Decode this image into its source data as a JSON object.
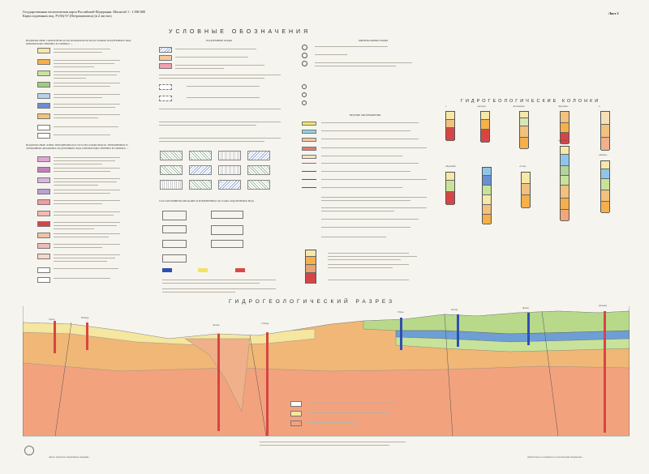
{
  "header": {
    "line1": "Государственная геологическая карта Российской Федерации. Масштаб 1 : 1 000 000",
    "line2": "Карта подземных вод. P-(56)-57 (Петропавловск) (в 2 листах)",
    "sheet": "Лист 2"
  },
  "legend": {
    "title": "УСЛОВНЫЕ ОБОЗНАЧЕНИЯ",
    "section1_title": "ВОДОНОСНЫЕ ГОРИЗОНТЫ И ИХ КОМПЛЕКСЫ ПЛАСТОВЫХ ПОДЗЕМНЫХ ВОД ПРЕИМУЩЕСТВЕННО В ГОРНЫХ ...",
    "section2_title": "ВОДОНОСНЫЕ ЗОНЫ ТРЕЩИНОВАТОСТИ И ИХ КОМПЛЕКСЫ ТРЕЩИННЫХ И ТРЕЩИННО-ЖИЛЬНЫХ ПОДЗЕМНЫХ ВОД ПРЕИМУЩЕСТВЕННО В ГОРНЫХ ...",
    "section3_title": "ПОДЗЕМНЫЕ ВОДЫ",
    "section4_title": "МИНЕРАЛЬНЫЕ ВОДЫ",
    "section5_title": "ПРОЧИЕ ОБОЗНАЧЕНИЯ",
    "section6_title": "СОСТАВ МИНЕРАЛИЗАЦИИ И ИЗМЕНЕНИЯ СОСТАВА ПОДЗЕМНЫХ ВОД"
  },
  "columns": {
    "title": "ГИДРОГЕОЛОГИЧЕСКИЕ КОЛОНКИ",
    "labels": [
      "1",
      "«Ангара»",
      "«Кольцевая»",
      "«Буровая»",
      "4",
      "«Верхний»",
      "«Сети»",
      "«Лесная»",
      "«Фанил»"
    ]
  },
  "section": {
    "title": "ГИДРОГЕОЛОГИЧЕСКИЙ РАЗРЕЗ",
    "wells": [
      "Т.Куль",
      "Ю.Кедр",
      "Лесная",
      "Ст.Кедр",
      "Т.Куль",
      "Ключи",
      "Фанил",
      "Дальняя"
    ]
  },
  "footer": {
    "left": "Автор: обработка объективных сведений...",
    "right": "Обработана и составлена по геологическим материалам ..."
  },
  "colors": {
    "orange": "#f4b266",
    "salmon": "#f1a383",
    "yellow": "#f5e67a",
    "green": "#b8d98a",
    "blue": "#6d9fd6",
    "red": "#d84a44",
    "pink": "#e8a6c8",
    "purple": "#c4a6d6",
    "tan": "#e8cf9a"
  }
}
